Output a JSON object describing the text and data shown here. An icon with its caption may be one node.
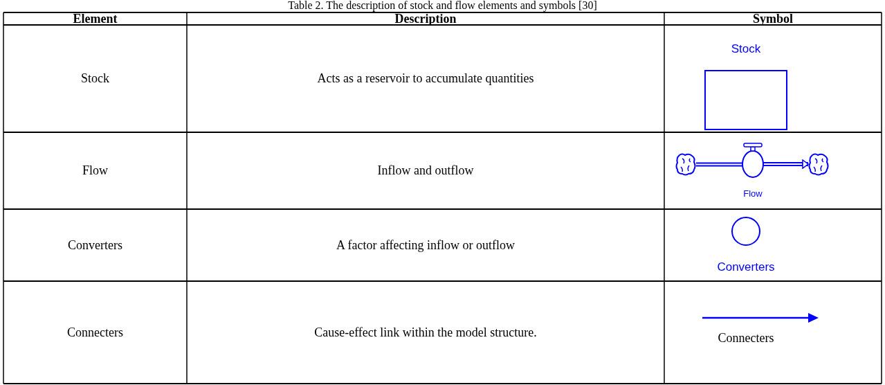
{
  "diagram": {
    "title": "Table 2. The description of stock and flow elements and symbols [30]",
    "nodes": [
      {
        "text": [
          "Stock"
        ]
      },
      {
        "text": [],
        "shape": "cloud"
      },
      {
        "text": [
          "Flow"
        ]
      },
      {
        "text": [],
        "shape": "cloud"
      },
      {
        "text": [
          "Converters"
        ]
      }
    ],
    "edges": [
      {
        "from": 1,
        "to": 2,
        "arrow": "none"
      },
      {
        "from": 2,
        "to": 3,
        "arrow": "to"
      }
    ],
    "labels": [
      "Element",
      "Description",
      "Symbol",
      "Stock",
      "Acts as a reservoir to accumulate quantities",
      "Flow",
      "Inflow and outflow",
      "Converters",
      "A factor affecting inflow or outflow",
      "Connecters",
      "Cause-effect link within the model structure.",
      "Connecters"
    ]
  }
}
